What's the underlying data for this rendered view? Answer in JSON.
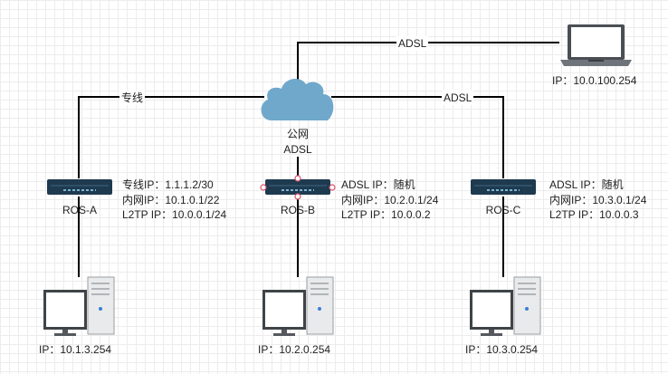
{
  "cloud": {
    "label_line1": "公网",
    "label_line2": "ADSL"
  },
  "links": {
    "laptop": "ADSL",
    "ros_a": "专线",
    "ros_c": "ADSL"
  },
  "laptop": {
    "ip": "IP：10.0.100.254"
  },
  "routers": [
    {
      "name": "ROS-A",
      "info": [
        "专线IP：1.1.1.2/30",
        "内网IP：10.1.0.1/22",
        "L2TP IP：10.0.0.1/24"
      ],
      "pc_ip": "IP：10.1.3.254"
    },
    {
      "name": "ROS-B",
      "info": [
        "ADSL IP：随机",
        "内网IP：10.2.0.1/24",
        "L2TP IP：10.0.0.2"
      ],
      "pc_ip": "IP：10.2.0.254"
    },
    {
      "name": "ROS-C",
      "info": [
        "ADSL IP：随机",
        "内网IP：10.3.0.1/24",
        "L2TP IP：10.0.0.3"
      ],
      "pc_ip": "IP：10.3.0.254"
    }
  ],
  "colors": {
    "cloud": "#6fa8cb",
    "router": "#1e3a4f",
    "router_led": "#7fb4d6",
    "line": "#000000",
    "selected_handle": "#d94f6a"
  }
}
